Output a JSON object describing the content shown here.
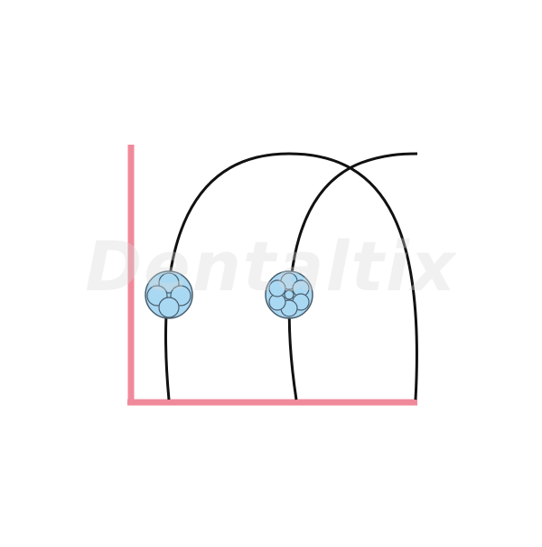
{
  "watermark": {
    "text": "Dentaltix"
  },
  "colors": {
    "axis": "#f08a9b",
    "arch_stroke": "#111111",
    "cross_section_fill": "#a9d8f3",
    "cross_section_stroke": "#4a5e6c"
  },
  "icons": {
    "left_cross_section": "stranded-wire-cross-section-4-strands",
    "right_cross_section": "braided-wire-cross-section-6-strands"
  }
}
